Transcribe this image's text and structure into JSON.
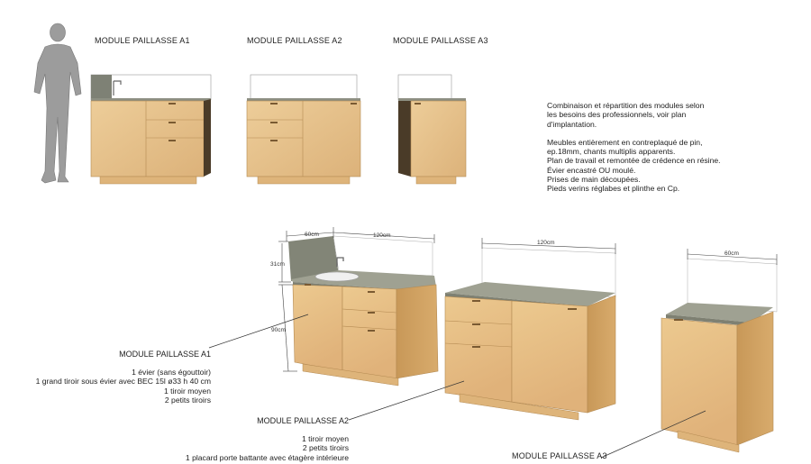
{
  "top_titles": [
    "MODULE PAILLASSE A1",
    "MODULE PAILLASSE A2",
    "MODULE PAILLASSE A3"
  ],
  "description": [
    "Combinaison et répartition des modules selon",
    "les besoins des professionnels, voir plan",
    "d'implantation.",
    "",
    "Meubles entièrement en contreplaqué de pin,",
    "ep.18mm, chants multiplis apparents.",
    "Plan de travail et remontée de crédence en résine.",
    "Évier encastré OU moulé.",
    "Prises de main découpées.",
    "Pieds verins réglabes et plinthe en Cp."
  ],
  "a1": {
    "title": "MODULE PAILLASSE A1",
    "lines": [
      "1 évier (sans égouttoir)",
      "1 grand tiroir sous évier avec BEC 15l ø33 h 40 cm",
      "1 tiroir moyen",
      "2 petits tiroirs"
    ]
  },
  "a2": {
    "title": "MODULE PAILLASSE A2",
    "lines": [
      "1 tiroir moyen",
      "2 petits tiroirs",
      "1 placard porte battante avec étagère intérieure"
    ]
  },
  "a3": {
    "title": "MODULE PAILLASSE A3"
  },
  "dimensions": {
    "a1_width_sink": "60cm",
    "a1_width_total": "120cm",
    "a1_splash_height": "31cm",
    "a1_height": "90cm",
    "a2_width": "120cm",
    "a3_width": "60cm"
  },
  "colors": {
    "plywood": "#e8c48e",
    "plywood_dark": "#c99a5e",
    "plywood_shadow": "#a87a46",
    "resin_top": "#9a9c8c",
    "splash_dark": "#7c7f72",
    "cabinet_dark": "#5b4a35",
    "person": "#9a9a9a"
  }
}
